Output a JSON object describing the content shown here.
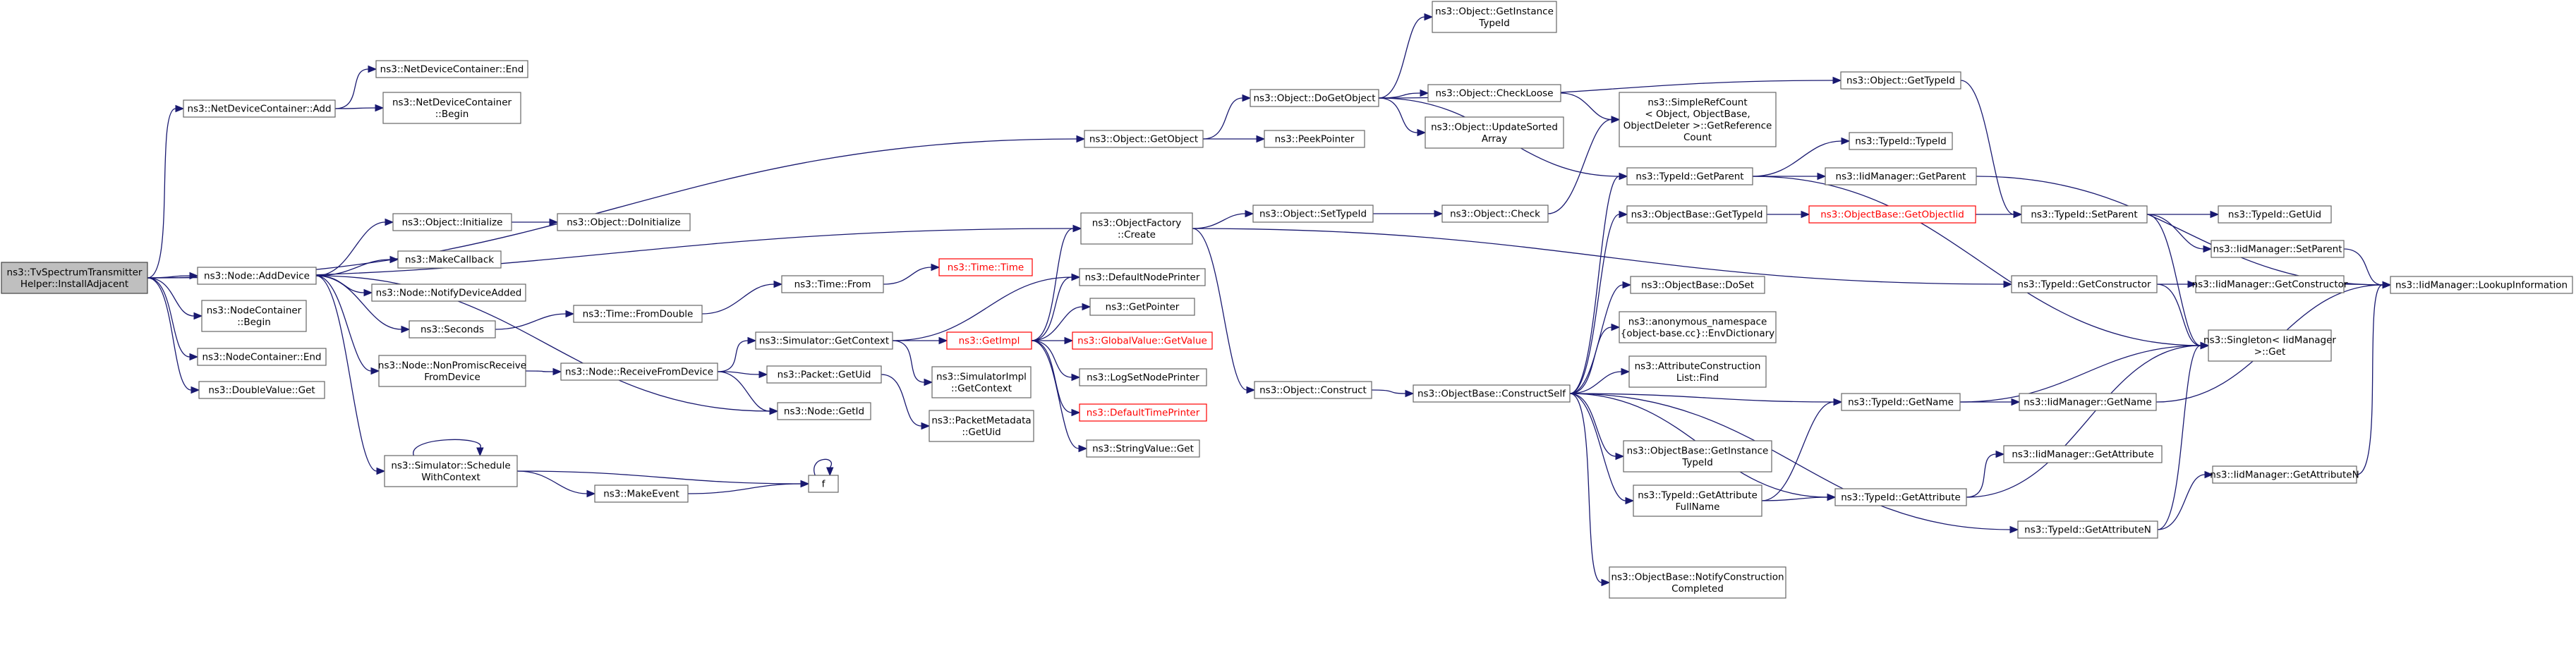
{
  "nodes": [
    {
      "id": "root",
      "lines": [
        "ns3::TvSpectrumTransmitter",
        "Helper::InstallAdjacent"
      ],
      "style": "root"
    },
    {
      "id": "ndcAdd",
      "lines": [
        "ns3::NetDeviceContainer::Add"
      ]
    },
    {
      "id": "ndcEnd",
      "lines": [
        "ns3::NetDeviceContainer::End"
      ]
    },
    {
      "id": "ndcBegin",
      "lines": [
        "ns3::NetDeviceContainer",
        "::Begin"
      ]
    },
    {
      "id": "getObject",
      "lines": [
        "ns3::Object::GetObject"
      ]
    },
    {
      "id": "doGetObject",
      "lines": [
        "ns3::Object::DoGetObject"
      ]
    },
    {
      "id": "getInstanceTypeIdObj",
      "lines": [
        "ns3::Object::GetInstance",
        "TypeId"
      ]
    },
    {
      "id": "checkLoose",
      "lines": [
        "ns3::Object::CheckLoose"
      ]
    },
    {
      "id": "updateSorted",
      "lines": [
        "ns3::Object::UpdateSorted",
        "Array"
      ]
    },
    {
      "id": "peekPointer",
      "lines": [
        "ns3::PeekPointer"
      ]
    },
    {
      "id": "simpleRefCount",
      "lines": [
        "ns3::SimpleRefCount",
        "< Object, ObjectBase,",
        "ObjectDeleter >::GetReference",
        "Count"
      ]
    },
    {
      "id": "objGetTypeId",
      "lines": [
        "ns3::Object::GetTypeId"
      ]
    },
    {
      "id": "typeIdTypeId",
      "lines": [
        "ns3::TypeId::TypeId"
      ]
    },
    {
      "id": "typeIdGetParent",
      "lines": [
        "ns3::TypeId::GetParent"
      ]
    },
    {
      "id": "iidGetParent",
      "lines": [
        "ns3::IidManager::GetParent"
      ]
    },
    {
      "id": "objBaseGetTypeId",
      "lines": [
        "ns3::ObjectBase::GetTypeId"
      ]
    },
    {
      "id": "objBaseGetObjectIid",
      "lines": [
        "ns3::ObjectBase::GetObjectIid"
      ],
      "style": "red"
    },
    {
      "id": "typeIdSetParent",
      "lines": [
        "ns3::TypeId::SetParent"
      ]
    },
    {
      "id": "typeIdGetUid",
      "lines": [
        "ns3::TypeId::GetUid"
      ]
    },
    {
      "id": "iidSetParent",
      "lines": [
        "ns3::IidManager::SetParent"
      ]
    },
    {
      "id": "lookupInfo",
      "lines": [
        "ns3::IidManager::LookupInformation"
      ]
    },
    {
      "id": "objInitialize",
      "lines": [
        "ns3::Object::Initialize"
      ]
    },
    {
      "id": "objDoInitialize",
      "lines": [
        "ns3::Object::DoInitialize"
      ]
    },
    {
      "id": "objFactoryCreate",
      "lines": [
        "ns3::ObjectFactory",
        "::Create"
      ]
    },
    {
      "id": "objSetTypeId",
      "lines": [
        "ns3::Object::SetTypeId"
      ]
    },
    {
      "id": "objCheck",
      "lines": [
        "ns3::Object::Check"
      ]
    },
    {
      "id": "nodeAddDevice",
      "lines": [
        "ns3::Node::AddDevice"
      ]
    },
    {
      "id": "makeCallback",
      "lines": [
        "ns3::MakeCallback"
      ]
    },
    {
      "id": "notifyDeviceAdded",
      "lines": [
        "ns3::Node::NotifyDeviceAdded"
      ]
    },
    {
      "id": "seconds",
      "lines": [
        "ns3::Seconds"
      ]
    },
    {
      "id": "timeFromDouble",
      "lines": [
        "ns3::Time::FromDouble"
      ]
    },
    {
      "id": "timeFrom",
      "lines": [
        "ns3::Time::From"
      ]
    },
    {
      "id": "timeTime",
      "lines": [
        "ns3::Time::Time"
      ],
      "style": "red"
    },
    {
      "id": "defaultNodePrinter",
      "lines": [
        "ns3::DefaultNodePrinter"
      ]
    },
    {
      "id": "getPointer",
      "lines": [
        "ns3::GetPointer"
      ]
    },
    {
      "id": "globalValueGetValue",
      "lines": [
        "ns3::GlobalValue::GetValue"
      ],
      "style": "red"
    },
    {
      "id": "getImpl",
      "lines": [
        "ns3::GetImpl"
      ],
      "style": "red"
    },
    {
      "id": "logSetNodePrinter",
      "lines": [
        "ns3::LogSetNodePrinter"
      ]
    },
    {
      "id": "defaultTimePrinter",
      "lines": [
        "ns3::DefaultTimePrinter"
      ],
      "style": "red"
    },
    {
      "id": "stringValueGet",
      "lines": [
        "ns3::StringValue::Get"
      ]
    },
    {
      "id": "simGetContext",
      "lines": [
        "ns3::Simulator::GetContext"
      ]
    },
    {
      "id": "simImplGetContext",
      "lines": [
        "ns3::SimulatorImpl",
        "::GetContext"
      ]
    },
    {
      "id": "nodeContainerBegin",
      "lines": [
        "ns3::NodeContainer",
        "::Begin"
      ]
    },
    {
      "id": "nodeContainerEnd",
      "lines": [
        "ns3::NodeContainer::End"
      ]
    },
    {
      "id": "doubleValueGet",
      "lines": [
        "ns3::DoubleValue::Get"
      ]
    },
    {
      "id": "nonPromiscReceive",
      "lines": [
        "ns3::Node::NonPromiscReceive",
        "FromDevice"
      ]
    },
    {
      "id": "receiveFromDevice",
      "lines": [
        "ns3::Node::ReceiveFromDevice"
      ]
    },
    {
      "id": "packetGetUid",
      "lines": [
        "ns3::Packet::GetUid"
      ]
    },
    {
      "id": "packetMetadataGetUid",
      "lines": [
        "ns3::PacketMetadata",
        "::GetUid"
      ]
    },
    {
      "id": "nodeGetId",
      "lines": [
        "ns3::Node::GetId"
      ]
    },
    {
      "id": "scheduleWithContext",
      "lines": [
        "ns3::Simulator::Schedule",
        "WithContext"
      ]
    },
    {
      "id": "makeEvent",
      "lines": [
        "ns3::MakeEvent"
      ]
    },
    {
      "id": "f",
      "lines": [
        "f"
      ]
    },
    {
      "id": "objConstruct",
      "lines": [
        "ns3::Object::Construct"
      ]
    },
    {
      "id": "constructSelf",
      "lines": [
        "ns3::ObjectBase::ConstructSelf"
      ]
    },
    {
      "id": "objBaseDoSet",
      "lines": [
        "ns3::ObjectBase::DoSet"
      ]
    },
    {
      "id": "anonEnvDict",
      "lines": [
        "ns3::anonymous_namespace",
        "{object-base.cc}::EnvDictionary"
      ]
    },
    {
      "id": "attrConstructionFind",
      "lines": [
        "ns3::AttributeConstruction",
        "List::Find"
      ]
    },
    {
      "id": "objBaseGetInstanceTypeId",
      "lines": [
        "ns3::ObjectBase::GetInstance",
        "TypeId"
      ]
    },
    {
      "id": "typeIdGetAttrFullName",
      "lines": [
        "ns3::TypeId::GetAttribute",
        "FullName"
      ]
    },
    {
      "id": "notifyConstructionCompleted",
      "lines": [
        "ns3::ObjectBase::NotifyConstruction",
        "Completed"
      ]
    },
    {
      "id": "typeIdGetConstructor",
      "lines": [
        "ns3::TypeId::GetConstructor"
      ]
    },
    {
      "id": "iidGetConstructor",
      "lines": [
        "ns3::IidManager::GetConstructor"
      ]
    },
    {
      "id": "singletonGet",
      "lines": [
        "ns3::Singleton< IidManager",
        ">::Get"
      ]
    },
    {
      "id": "typeIdGetName",
      "lines": [
        "ns3::TypeId::GetName"
      ]
    },
    {
      "id": "iidGetName",
      "lines": [
        "ns3::IidManager::GetName"
      ]
    },
    {
      "id": "typeIdGetAttribute",
      "lines": [
        "ns3::TypeId::GetAttribute"
      ]
    },
    {
      "id": "iidGetAttribute",
      "lines": [
        "ns3::IidManager::GetAttribute"
      ]
    },
    {
      "id": "typeIdGetAttributeN",
      "lines": [
        "ns3::TypeId::GetAttributeN"
      ]
    },
    {
      "id": "iidGetAttributeN",
      "lines": [
        "ns3::IidManager::GetAttributeN"
      ]
    }
  ],
  "edges": [
    [
      "root",
      "ndcAdd"
    ],
    [
      "root",
      "getObject"
    ],
    [
      "root",
      "objFactoryCreate"
    ],
    [
      "root",
      "nodeAddDevice"
    ],
    [
      "root",
      "nodeContainerBegin"
    ],
    [
      "root",
      "nodeContainerEnd"
    ],
    [
      "root",
      "doubleValueGet"
    ],
    [
      "ndcAdd",
      "ndcEnd"
    ],
    [
      "ndcAdd",
      "ndcBegin"
    ],
    [
      "getObject",
      "doGetObject"
    ],
    [
      "getObject",
      "peekPointer"
    ],
    [
      "doGetObject",
      "getInstanceTypeIdObj"
    ],
    [
      "doGetObject",
      "checkLoose"
    ],
    [
      "doGetObject",
      "updateSorted"
    ],
    [
      "doGetObject",
      "objGetTypeId"
    ],
    [
      "doGetObject",
      "typeIdGetParent"
    ],
    [
      "checkLoose",
      "simpleRefCount"
    ],
    [
      "objGetTypeId",
      "typeIdSetParent"
    ],
    [
      "typeIdGetParent",
      "typeIdTypeId"
    ],
    [
      "typeIdGetParent",
      "iidGetParent"
    ],
    [
      "typeIdGetParent",
      "singletonGet"
    ],
    [
      "iidGetParent",
      "lookupInfo"
    ],
    [
      "objBaseGetTypeId",
      "objBaseGetObjectIid"
    ],
    [
      "objBaseGetObjectIid",
      "typeIdSetParent"
    ],
    [
      "typeIdSetParent",
      "typeIdGetUid"
    ],
    [
      "typeIdSetParent",
      "iidSetParent"
    ],
    [
      "typeIdSetParent",
      "singletonGet"
    ],
    [
      "iidSetParent",
      "lookupInfo"
    ],
    [
      "objInitialize",
      "objDoInitialize"
    ],
    [
      "objFactoryCreate",
      "objSetTypeId"
    ],
    [
      "objFactoryCreate",
      "objConstruct"
    ],
    [
      "objFactoryCreate",
      "typeIdGetConstructor"
    ],
    [
      "objSetTypeId",
      "objCheck"
    ],
    [
      "objCheck",
      "simpleRefCount"
    ],
    [
      "nodeAddDevice",
      "objInitialize"
    ],
    [
      "nodeAddDevice",
      "makeCallback"
    ],
    [
      "nodeAddDevice",
      "notifyDeviceAdded"
    ],
    [
      "nodeAddDevice",
      "seconds"
    ],
    [
      "nodeAddDevice",
      "nonPromiscReceive"
    ],
    [
      "nodeAddDevice",
      "nodeGetId"
    ],
    [
      "nodeAddDevice",
      "scheduleWithContext"
    ],
    [
      "seconds",
      "timeFromDouble"
    ],
    [
      "timeFromDouble",
      "timeFrom"
    ],
    [
      "timeFrom",
      "timeTime"
    ],
    [
      "nonPromiscReceive",
      "receiveFromDevice"
    ],
    [
      "receiveFromDevice",
      "simGetContext"
    ],
    [
      "receiveFromDevice",
      "packetGetUid"
    ],
    [
      "receiveFromDevice",
      "nodeGetId"
    ],
    [
      "simGetContext",
      "getImpl"
    ],
    [
      "simGetContext",
      "simImplGetContext"
    ],
    [
      "simGetContext",
      "defaultNodePrinter"
    ],
    [
      "getImpl",
      "objFactoryCreate"
    ],
    [
      "getImpl",
      "defaultNodePrinter"
    ],
    [
      "getImpl",
      "getPointer"
    ],
    [
      "getImpl",
      "globalValueGetValue"
    ],
    [
      "getImpl",
      "logSetNodePrinter"
    ],
    [
      "getImpl",
      "defaultTimePrinter"
    ],
    [
      "getImpl",
      "stringValueGet"
    ],
    [
      "packetGetUid",
      "packetMetadataGetUid"
    ],
    [
      "scheduleWithContext",
      "scheduleWithContext"
    ],
    [
      "scheduleWithContext",
      "makeEvent"
    ],
    [
      "scheduleWithContext",
      "f"
    ],
    [
      "makeEvent",
      "f"
    ],
    [
      "f",
      "f"
    ],
    [
      "objConstruct",
      "constructSelf"
    ],
    [
      "constructSelf",
      "typeIdGetParent"
    ],
    [
      "constructSelf",
      "objBaseGetTypeId"
    ],
    [
      "constructSelf",
      "objBaseDoSet"
    ],
    [
      "constructSelf",
      "anonEnvDict"
    ],
    [
      "constructSelf",
      "attrConstructionFind"
    ],
    [
      "constructSelf",
      "typeIdGetName"
    ],
    [
      "constructSelf",
      "objBaseGetInstanceTypeId"
    ],
    [
      "constructSelf",
      "typeIdGetAttrFullName"
    ],
    [
      "constructSelf",
      "typeIdGetAttribute"
    ],
    [
      "constructSelf",
      "notifyConstructionCompleted"
    ],
    [
      "constructSelf",
      "typeIdGetAttributeN"
    ],
    [
      "typeIdGetConstructor",
      "iidGetConstructor"
    ],
    [
      "typeIdGetConstructor",
      "singletonGet"
    ],
    [
      "iidGetConstructor",
      "lookupInfo"
    ],
    [
      "typeIdGetName",
      "iidGetName"
    ],
    [
      "typeIdGetName",
      "singletonGet"
    ],
    [
      "iidGetName",
      "lookupInfo"
    ],
    [
      "typeIdGetAttrFullName",
      "typeIdGetName"
    ],
    [
      "typeIdGetAttrFullName",
      "typeIdGetAttribute"
    ],
    [
      "typeIdGetAttribute",
      "iidGetAttribute"
    ],
    [
      "typeIdGetAttribute",
      "singletonGet"
    ],
    [
      "typeIdGetAttributeN",
      "iidGetAttributeN"
    ],
    [
      "typeIdGetAttributeN",
      "singletonGet"
    ],
    [
      "iidGetAttributeN",
      "lookupInfo"
    ]
  ]
}
